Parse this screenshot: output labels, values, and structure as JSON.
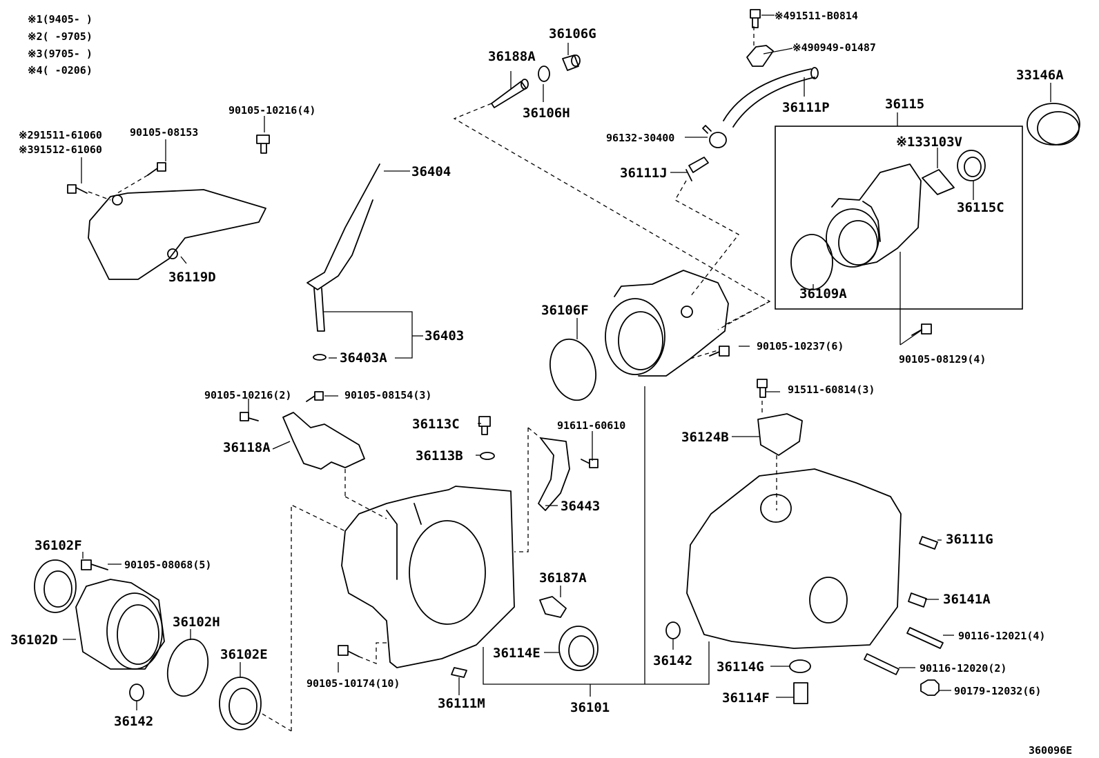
{
  "notes": [
    {
      "id": "n1",
      "text": "※1(9405-    )"
    },
    {
      "id": "n2",
      "text": "※2(    -9705)"
    },
    {
      "id": "n3",
      "text": "※3(9705-    )"
    },
    {
      "id": "n4",
      "text": "※4(    -0206)"
    }
  ],
  "labels": {
    "p36106G": "36106G",
    "p36188A": "36188A",
    "p36106H": "36106H",
    "p491511": "※491511-B0814",
    "p490949": "※490949-01487",
    "p36111P": "36111P",
    "p36115": "36115",
    "p33146A": "33146A",
    "p33103V": "※133103V",
    "p96132": "96132-30400",
    "p36111J": "36111J",
    "p36115C": "36115C",
    "p36109A": "36109A",
    "p90105_10216_4": "90105-10216(4)",
    "p291511": "※291511-61060",
    "p391512": "※391512-61060",
    "p90105_08153": "90105-08153",
    "p36404": "36404",
    "p36119D": "36119D",
    "p36403": "36403",
    "p36403A": "36403A",
    "p36106F": "36106F",
    "p90105_10237": "90105-10237(6)",
    "p90105_08129": "90105-08129(4)",
    "p90105_10216_2": "90105-10216(2)",
    "p90105_08154": "90105-08154(3)",
    "p36113C": "36113C",
    "p91611": "91611-60610",
    "p91511_60814": "91511-60814(3)",
    "p36118A": "36118A",
    "p36113B": "36113B",
    "p36124B": "36124B",
    "p36443": "36443",
    "p36102F": "36102F",
    "p90105_08068": "90105-08068(5)",
    "p36111G": "36111G",
    "p36187A": "36187A",
    "p36141A": "36141A",
    "p36102H": "36102H",
    "p36102D": "36102D",
    "p36102E": "36102E",
    "p36114E": "36114E",
    "p36142a": "36142",
    "p90116_12021": "90116-12021(4)",
    "p90116_12020": "90116-12020(2)",
    "p90105_10174": "90105-10174(10)",
    "p36114G": "36114G",
    "p90179": "90179-12032(6)",
    "p36142b": "36142",
    "p36111M": "36111M",
    "p36101": "36101",
    "p36114F": "36114F",
    "code": "360096E"
  }
}
